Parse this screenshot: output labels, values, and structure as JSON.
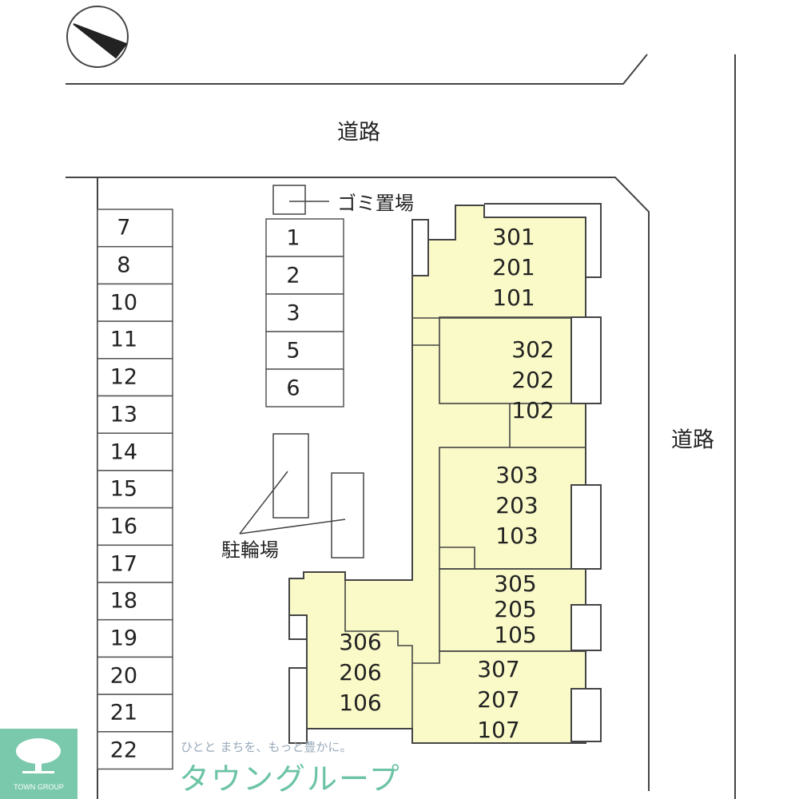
{
  "compass": {
    "icon": "north-arrow-icon"
  },
  "roads": {
    "top_label": "道路",
    "right_label": "道路"
  },
  "facilities": {
    "garbage_label": "ゴミ置場",
    "bicycle_label": "駐輪場"
  },
  "parking": {
    "left_column": [
      "7",
      "8",
      "10",
      "11",
      "12",
      "13",
      "14",
      "15",
      "16",
      "17",
      "18",
      "19",
      "20",
      "21",
      "22"
    ],
    "middle_column": [
      "1",
      "2",
      "3",
      "5",
      "6"
    ]
  },
  "units": [
    {
      "id": "u1",
      "lines": [
        "301",
        "201",
        "101"
      ]
    },
    {
      "id": "u2",
      "lines": [
        "302",
        "202",
        "102"
      ]
    },
    {
      "id": "u3",
      "lines": [
        "303",
        "203",
        "103"
      ]
    },
    {
      "id": "u5",
      "lines": [
        "305",
        "205",
        "105"
      ]
    },
    {
      "id": "u6",
      "lines": [
        "306",
        "206",
        "106"
      ]
    },
    {
      "id": "u7",
      "lines": [
        "307",
        "207",
        "107"
      ]
    }
  ],
  "watermark": {
    "tagline": "ひとと まちを、もっと豊かに。",
    "brand": "タウングループ",
    "logo_text": "TOWN GROUP"
  },
  "colors": {
    "building": "#fafac8",
    "line": "#555555",
    "brand": "#6cc4a4"
  }
}
